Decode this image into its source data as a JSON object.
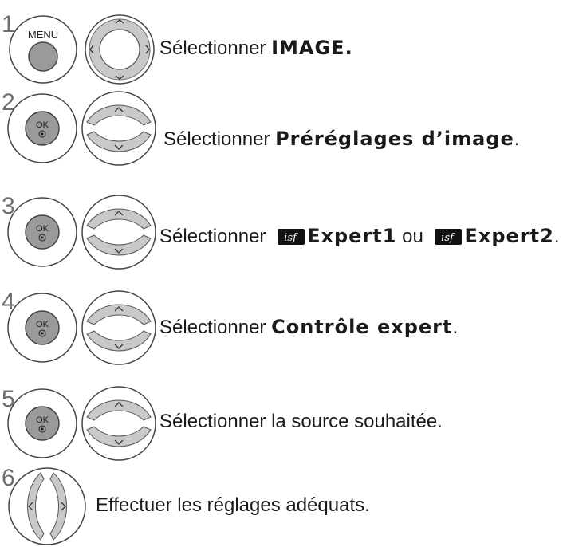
{
  "steps": [
    {
      "number": "1",
      "prefix": "Sélectionner ",
      "bold": "IMAGE.",
      "suffix": ""
    },
    {
      "number": "2",
      "prefix": "Sélectionner ",
      "bold": "Préréglages d’image",
      "suffix": "."
    },
    {
      "number": "3",
      "prefix": "Sélectionner ",
      "bold1": "Expert1",
      "middle": " ou ",
      "bold2": "Expert2",
      "suffix": "."
    },
    {
      "number": "4",
      "prefix": "Sélectionner ",
      "bold": "Contrôle expert",
      "suffix": "."
    },
    {
      "number": "5",
      "text": "Sélectionner la source souhaitée."
    },
    {
      "number": "6",
      "text": "Effectuer les réglages adéquats."
    }
  ],
  "buttons": {
    "menu_label": "MENU",
    "ok_label": "OK"
  },
  "icons": {
    "isf": "isf-logo-icon"
  }
}
